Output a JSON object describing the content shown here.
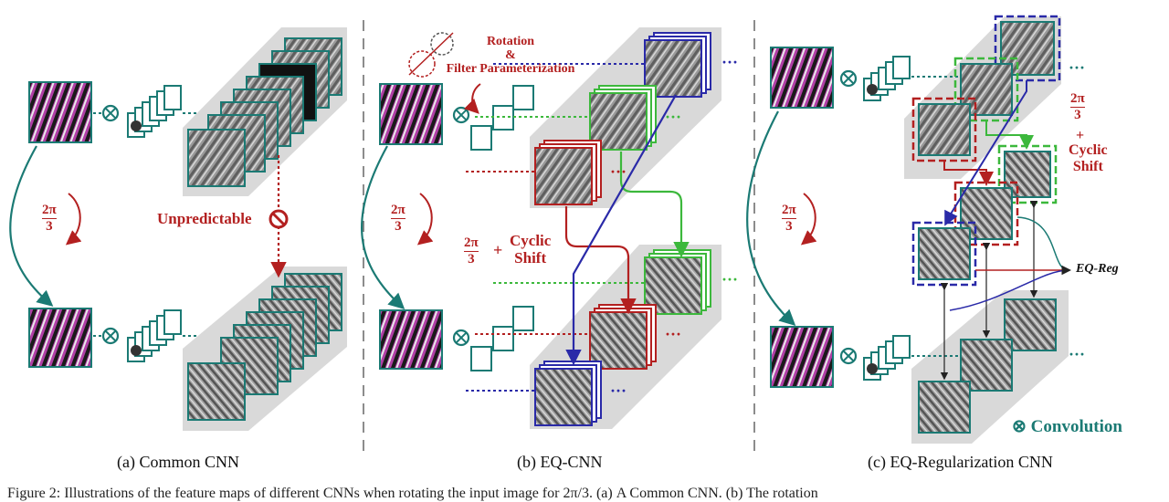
{
  "panels": {
    "a": {
      "caption": "(a) Common CNN",
      "unpredictable": "Unpredictable"
    },
    "b": {
      "caption": "(b) EQ-CNN",
      "rotation_line1": "Rotation",
      "rotation_line2": "&",
      "rotation_line3": "Filter Parameterization",
      "cyclic_line1": "Cyclic",
      "cyclic_line2": "Shift",
      "plus": "+"
    },
    "c": {
      "caption": "(c) EQ-Regularization CNN",
      "cyclic_line1": "Cyclic",
      "cyclic_line2": "Shift",
      "plus": "+",
      "eqreg": "EQ-Reg"
    }
  },
  "angle": {
    "numerator": "2π",
    "denominator": "3"
  },
  "legend": {
    "symbol": "⊗",
    "label": "Convolution"
  },
  "footer": "Figure 2: Illustrations of the feature maps of different CNNs when rotating the input image for 2π/3. (a) A Common CNN. (b) The rotation",
  "colors": {
    "red": "#b32020",
    "green": "#3cb83c",
    "blue": "#2a2aa8",
    "teal": "#1b7a74",
    "shade": "#d9d9d9"
  }
}
